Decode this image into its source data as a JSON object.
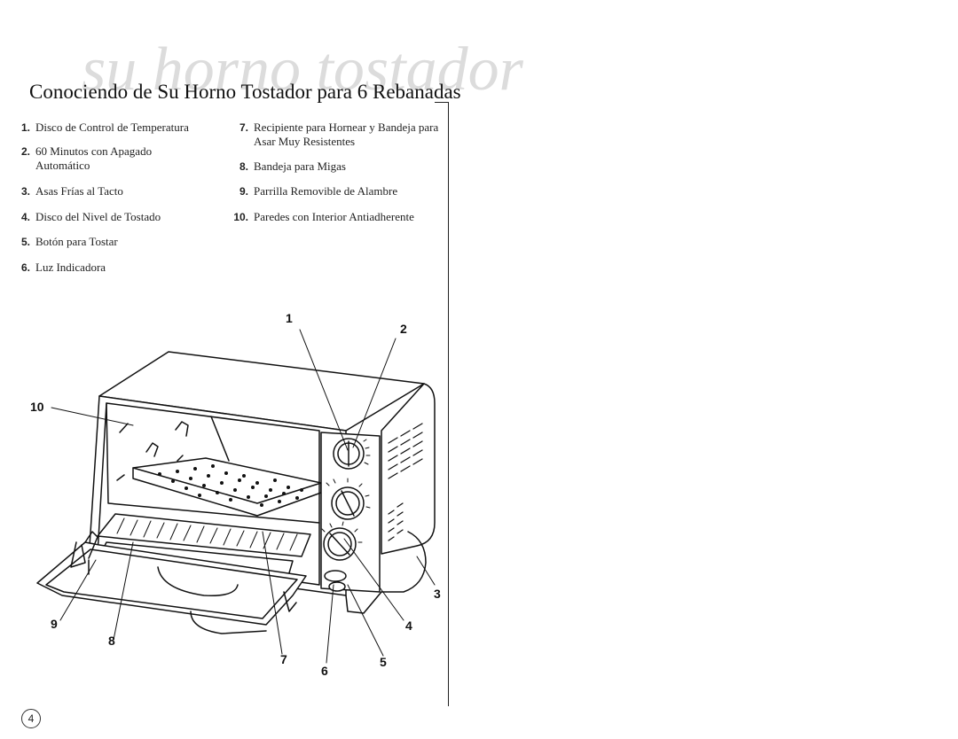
{
  "header": {
    "watermark": "su horno tostador",
    "title": "Conociendo de Su Horno Tostador para 6 Rebanadas"
  },
  "legend": {
    "left": [
      {
        "num": "1.",
        "text": "Disco de Control de Temperatura"
      },
      {
        "num": "2.",
        "text": "60 Minutos con Apagado Automático"
      },
      {
        "num": "3.",
        "text": "Asas Frías al Tacto"
      },
      {
        "num": "4.",
        "text": "Disco del Nivel de Tostado"
      },
      {
        "num": "5.",
        "text": "Botón para Tostar"
      },
      {
        "num": "6.",
        "text": "Luz Indicadora"
      }
    ],
    "right": [
      {
        "num": "7.",
        "text": "Recipiente para Hornear y Bandeja para Asar Muy Resistentes"
      },
      {
        "num": "8.",
        "text": "Bandeja para Migas"
      },
      {
        "num": "9.",
        "text": "Parrilla Removible de Alambre"
      },
      {
        "num": "10.",
        "text": "Paredes con Interior Antiadherente"
      }
    ]
  },
  "callouts": {
    "c1": "1",
    "c2": "2",
    "c3": "3",
    "c4": "4",
    "c5": "5",
    "c6": "6",
    "c7": "7",
    "c8": "8",
    "c9": "9",
    "c10": "10"
  },
  "footer": {
    "page_number": "4"
  }
}
